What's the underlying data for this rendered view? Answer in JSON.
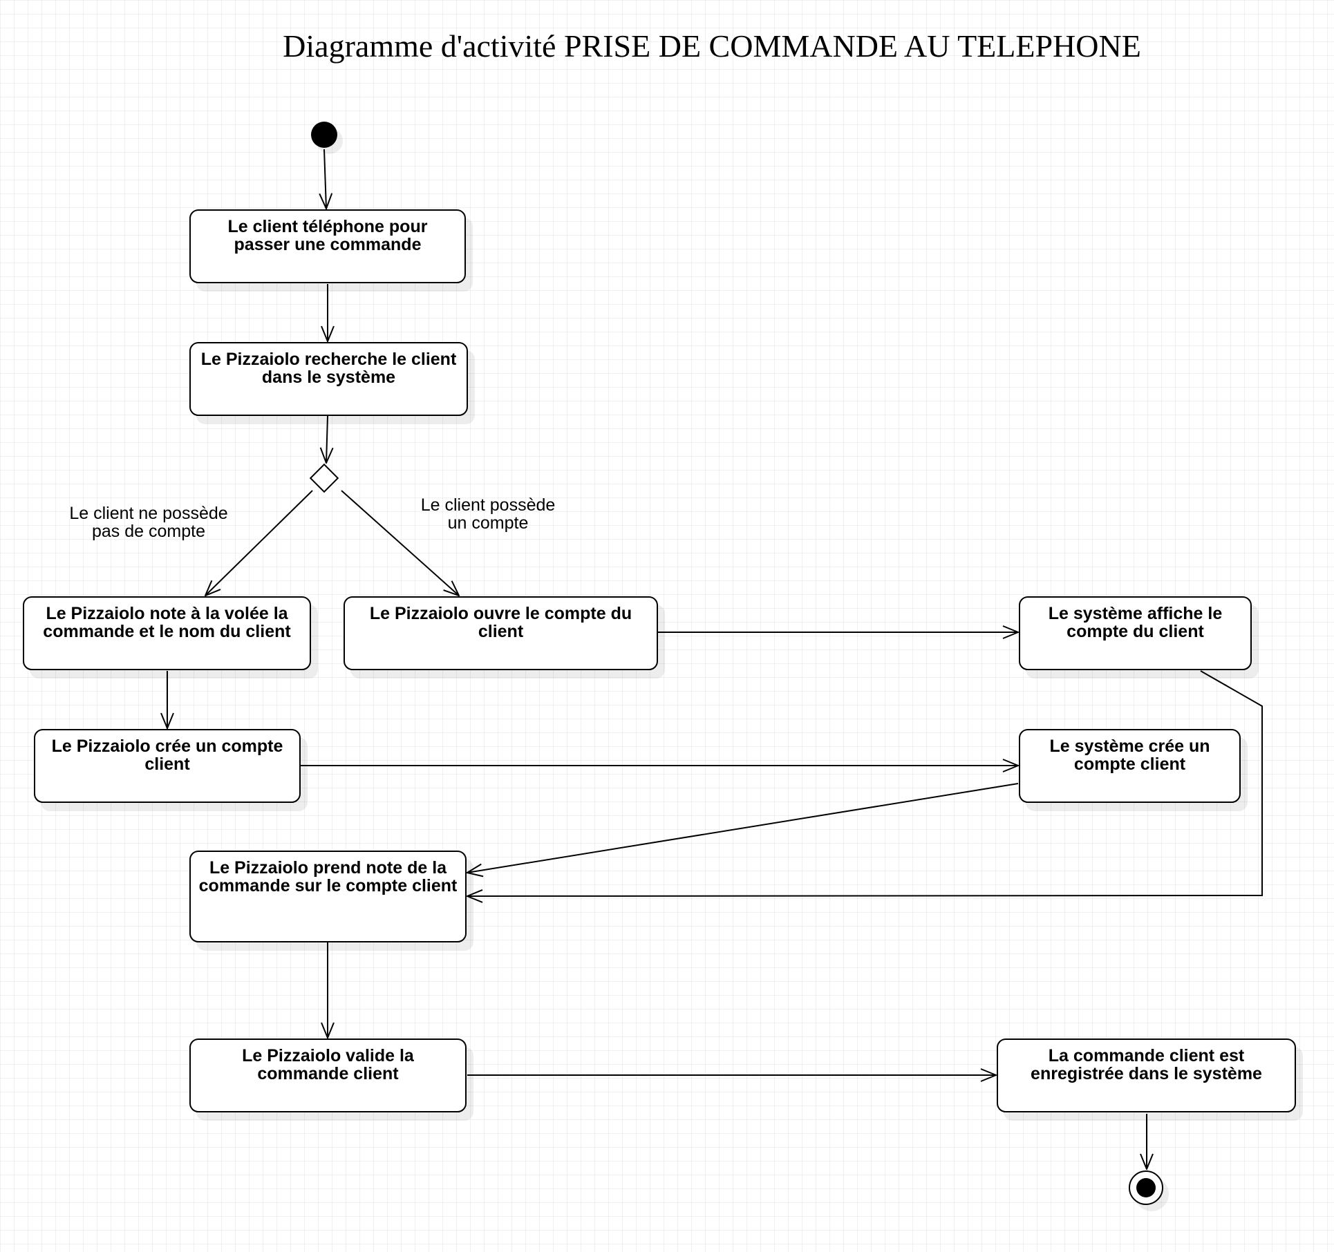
{
  "diagram": {
    "title": "Diagramme d'activité PRISE DE COMMANDE AU TELEPHONE",
    "nodes": {
      "client_phone": "Le client téléphone pour passer une commande",
      "search_client": "Le Pizzaiolo recherche le client dans le système",
      "note_order_name": "Le Pizzaiolo note à la volée la commande et le nom du client",
      "open_account": "Le Pizzaiolo ouvre le compte du client",
      "system_show_account": "Le système affiche le compte du client",
      "create_account": "Le Pizzaiolo crée un compte client",
      "system_create_account": "Le système crée un compte client",
      "take_order_account": "Le Pizzaiolo prend note de la commande sur le compte client",
      "validate_order": "Le Pizzaiolo valide la commande client",
      "order_saved": "La commande client est enregistrée dans le système"
    },
    "guards": {
      "no_account": "Le client ne possède pas de compte",
      "has_account": "Le client possède un compte"
    }
  }
}
